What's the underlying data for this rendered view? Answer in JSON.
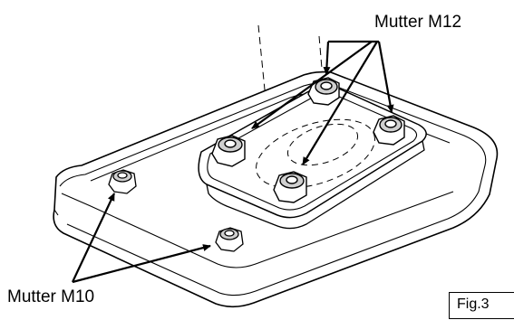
{
  "labels": {
    "nut_m12": "Mutter M12",
    "nut_m10": "Mutter M10",
    "figure": "Fig.3"
  },
  "colors": {
    "line": "#000000",
    "nut_fill": "#ffffff",
    "nut_shade": "#cfcfcf"
  }
}
